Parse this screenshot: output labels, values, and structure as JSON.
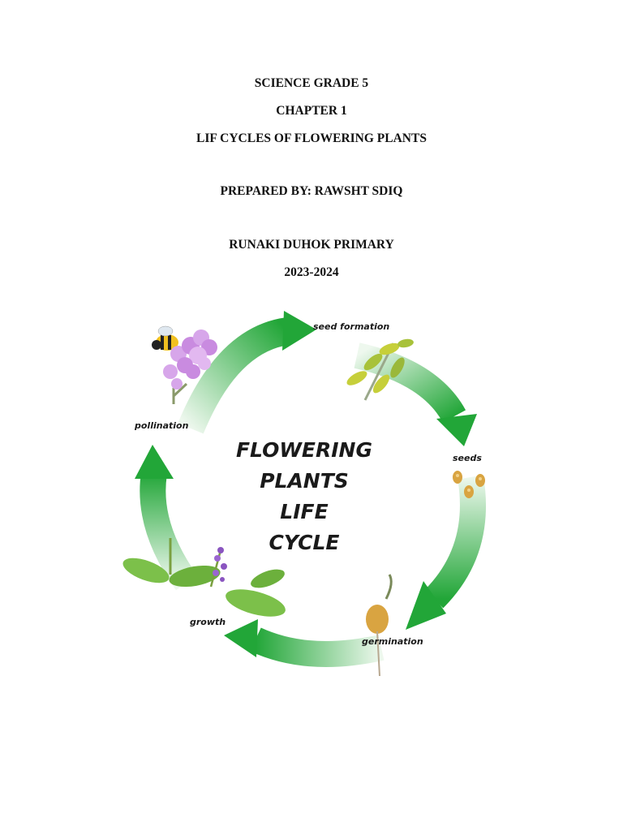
{
  "cover": {
    "subject": "SCIENCE GRADE 5",
    "chapter": "CHAPTER 1",
    "topic": "LIF CYCLES OF FLOWERING PLANTS",
    "prepared_by": "PREPARED BY: RAWSHT SDIQ",
    "school": "RUNAKI DUHOK PRIMARY",
    "year": "2023-2024"
  },
  "diagram": {
    "title_lines": [
      "FLOWERING",
      "PLANTS",
      "LIFE",
      "CYCLE"
    ],
    "stages": {
      "seed_formation": "seed formation",
      "seeds": "seeds",
      "germination": "germination",
      "growth": "growth",
      "pollination": "pollination"
    },
    "colors": {
      "arrow_dark": "#22a638",
      "arrow_light": "#e6f5e6",
      "flower": "#c98be0",
      "leaf": "#7cc04a",
      "seed": "#d9a441"
    }
  }
}
